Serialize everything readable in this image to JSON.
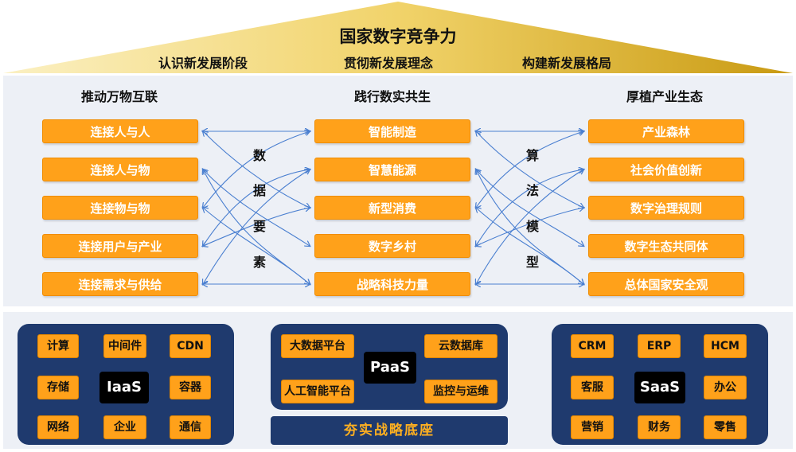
{
  "header": {
    "title": "国家数字竞争力",
    "subtitles": [
      "认识新发展阶段",
      "贯彻新发展理念",
      "构建新发展格局"
    ]
  },
  "columns": [
    {
      "heading": "推动万物互联",
      "items": [
        "连接人与人",
        "连接人与物",
        "连接物与物",
        "连接用户与产业",
        "连接需求与供给"
      ]
    },
    {
      "heading": "践行数实共生",
      "items": [
        "智能制造",
        "智慧能源",
        "新型消费",
        "数字乡村",
        "战略科技力量"
      ]
    },
    {
      "heading": "厚植产业生态",
      "items": [
        "产业森林",
        "社会价值创新",
        "数字治理规则",
        "数字生态共同体",
        "总体国家安全观"
      ]
    }
  ],
  "connectors": {
    "left": [
      "数",
      "据",
      "要",
      "素"
    ],
    "right": [
      "算",
      "法",
      "模",
      "型"
    ]
  },
  "platforms": {
    "iaas": {
      "core": "IaaS",
      "items": [
        "计算",
        "中间件",
        "CDN",
        "存储",
        "容器",
        "网络",
        "企业",
        "通信"
      ]
    },
    "paas": {
      "core": "PaaS",
      "items": [
        "大数据平台",
        "云数据库",
        "人工智能平台",
        "监控与运维"
      ]
    },
    "saas": {
      "core": "SaaS",
      "items": [
        "CRM",
        "ERP",
        "HCM",
        "客服",
        "办公",
        "营销",
        "财务",
        "零售"
      ]
    },
    "base": "夯实战略底座"
  },
  "colors": {
    "orange": "#ffa11a",
    "navy": "#1f3a6e",
    "gold": "#e3b225",
    "arrow": "#4a7fd0"
  }
}
